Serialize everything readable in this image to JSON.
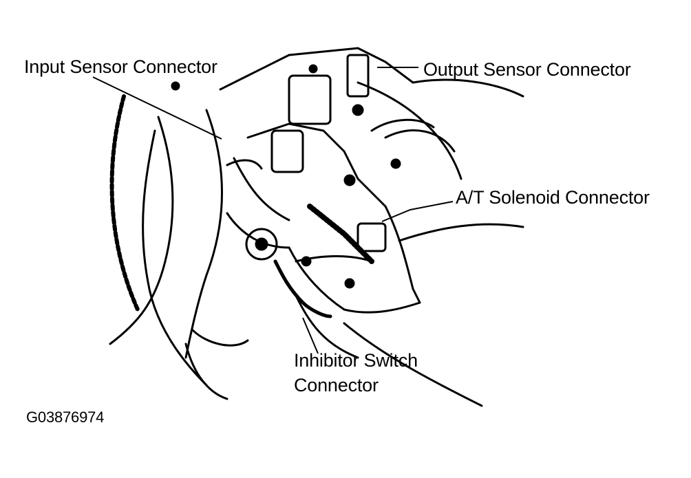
{
  "labels": {
    "input_sensor": "Input Sensor Connector",
    "output_sensor": "Output Sensor Connector",
    "at_solenoid": "A/T Solenoid Connector",
    "inhibitor_line1": "Inhibitor Switch",
    "inhibitor_line2": "Connector",
    "figure_id": "G03876974"
  },
  "colors": {
    "ink": "#000000",
    "paper": "#ffffff"
  }
}
